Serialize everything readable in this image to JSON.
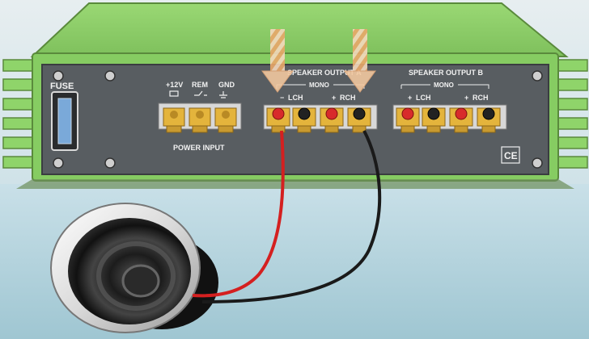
{
  "panel": {
    "fuse_label": "FUSE",
    "power_input_label": "POWER INPUT",
    "power_terminals": [
      "+12V",
      "REM",
      "GND"
    ],
    "speaker_output_a_label": "SPEAKER OUTPUT A",
    "speaker_output_b_label": "SPEAKER OUTPUT B",
    "mono_label": "MONO",
    "lch_label": "LCH",
    "rch_label": "RCH",
    "plus_sign": "+",
    "minus_sign": "−",
    "ce_mark": "CE"
  },
  "colors": {
    "amp_green": "#8fd46a",
    "panel_gray": "#555a5e",
    "terminal_gold": "#e4b43c",
    "terminal_red": "#d82b2b",
    "terminal_black": "#222222",
    "wire_red": "#d42020",
    "wire_black": "#1a1a1a",
    "arrow_orange": "#f2c8a0",
    "background": "#a8ccd6"
  }
}
